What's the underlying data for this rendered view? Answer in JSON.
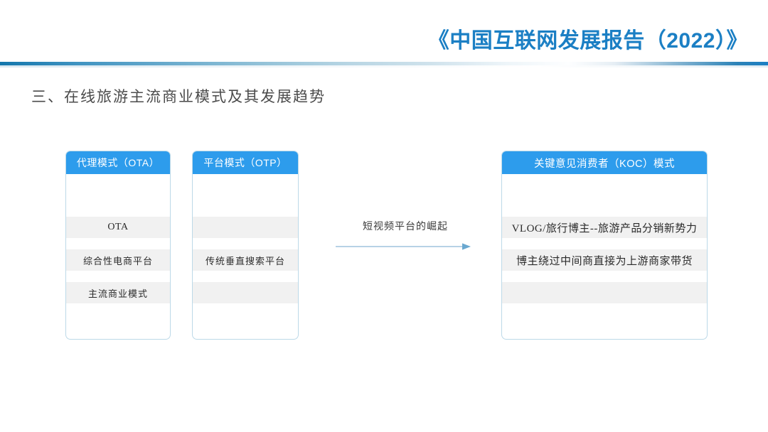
{
  "header": {
    "title": "《中国互联网发展报告（2022）》",
    "accent_color": "#1b7fc4",
    "rule_color": "#1276ac"
  },
  "section": {
    "heading": "三、在线旅游主流商业模式及其发展趋势"
  },
  "diagram": {
    "card_header_color": "#2d9cec",
    "card_border_color": "#bcd9e8",
    "band_color": "#f1f1f1",
    "cards": [
      {
        "id": "ota",
        "header": "代理模式（OTA）",
        "rows": [
          "OTA",
          "综合性电商平台",
          "主流商业模式"
        ]
      },
      {
        "id": "otp",
        "header": "平台模式（OTP）",
        "rows": [
          "",
          "传统垂直搜索平台",
          ""
        ]
      },
      {
        "id": "koc",
        "header": "关键意见消费者（KOC）模式",
        "rows": [
          "VLOG/旅行博主--旅游产品分销新势力",
          "博主绕过中间商直接为上游商家带货",
          ""
        ]
      }
    ],
    "arrow": {
      "label": "短视频平台的崛起",
      "color": "#9fc4dd",
      "direction": "right"
    }
  }
}
